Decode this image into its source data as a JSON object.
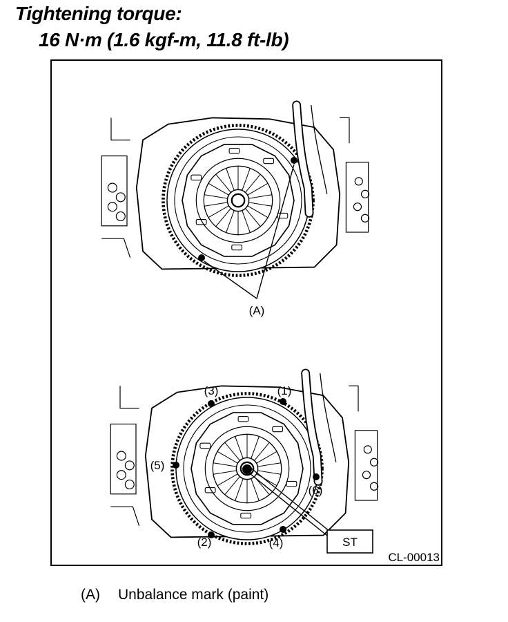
{
  "header": {
    "line1": "Tightening torque:",
    "line2": "16 N·m (1.6 kgf-m, 11.8 ft-lb)"
  },
  "figure": {
    "top_callout": "(A)",
    "bolt_labels": [
      "(1)",
      "(2)",
      "(3)",
      "(4)",
      "(5)",
      "(6)"
    ],
    "tool_label": "ST",
    "figure_code": "CL-00013"
  },
  "legend": [
    {
      "code": "(A)",
      "text": "Unbalance mark (paint)"
    }
  ]
}
